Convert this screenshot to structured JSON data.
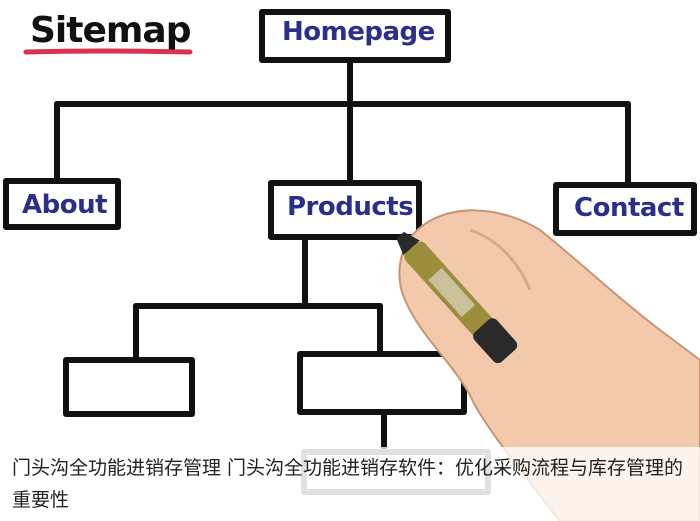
{
  "diagram": {
    "title": "Sitemap",
    "nodes": {
      "homepage": "Homepage",
      "about": "About",
      "products": "Products",
      "contact": "Contact"
    }
  },
  "caption": {
    "text": "门头沟全功能进销存管理 门头沟全功能进销存软件：优化采购流程与库存管理的重要性"
  },
  "colors": {
    "ink": "#111111",
    "label": "#2b2f8c",
    "underline": "#d8344f",
    "skin": "#f2c9aa",
    "marker_body": "#9a8d3c",
    "marker_cap": "#2a2a2a"
  }
}
